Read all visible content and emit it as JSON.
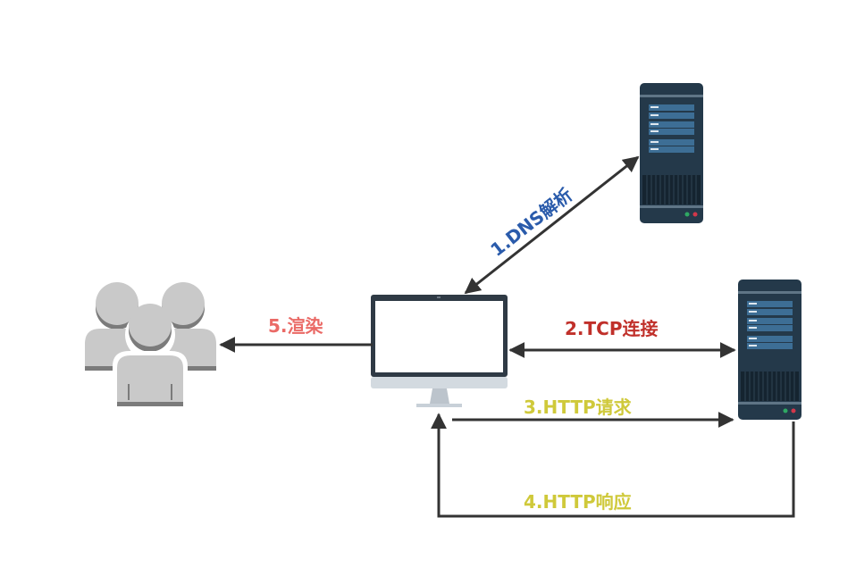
{
  "diagram": {
    "nodes": {
      "users": {
        "label": "users-group"
      },
      "computer": {
        "label": "client-computer"
      },
      "dns_server": {
        "label": "dns-server"
      },
      "web_server": {
        "label": "web-server"
      }
    },
    "steps": [
      {
        "id": "dns",
        "label": "1.DNS解析",
        "color": "#2a5bab"
      },
      {
        "id": "tcp",
        "label": "2.TCP连接",
        "color": "#c0302a"
      },
      {
        "id": "request",
        "label": "3.HTTP请求",
        "color": "#cfc93a"
      },
      {
        "id": "response",
        "label": "4.HTTP响应",
        "color": "#cfc93a"
      },
      {
        "id": "render",
        "label": "5.渲染",
        "color": "#ea6a66"
      }
    ],
    "colors": {
      "arrow": "#333333",
      "server_body": "#24394a",
      "server_panel": "#3d6e95",
      "monitor_frame": "#2f3a45",
      "monitor_stand": "#c8d0d8",
      "user_fill": "#c9c9c9",
      "user_shadow": "#7b7b7b"
    }
  }
}
